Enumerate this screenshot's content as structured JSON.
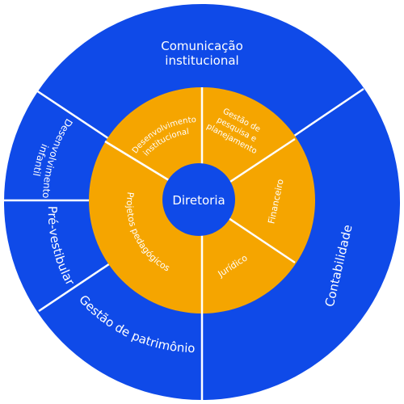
{
  "colors": {
    "outer_ring": "#0f4ae8",
    "inner_ring": "#f5a500",
    "center": "#0f4ae8",
    "divider": "#ffffff",
    "text": "#ffffff"
  },
  "center": {
    "label": "Diretoria"
  },
  "inner_ring": {
    "desenvolvimento_institucional": [
      "Desenvolvimento",
      "institucional"
    ],
    "gestao_pesquisa": [
      "Gestão de",
      "pesquisa e",
      "planejamento"
    ],
    "financeiro": "Financeiro",
    "juridico": "Jurídico",
    "projetos_pedagogicos": "Projetos pedagógicos"
  },
  "outer_ring": {
    "comunicacao_institucional": [
      "Comunicação",
      "institucional"
    ],
    "contabilidade": "Contabilidade",
    "gestao_patrimonio": "Gestão de patrimônio",
    "pre_vestibular": "Pré-vestibular",
    "desenvolvimento_infantil": [
      "Desenvolvimento",
      "infantil"
    ]
  }
}
